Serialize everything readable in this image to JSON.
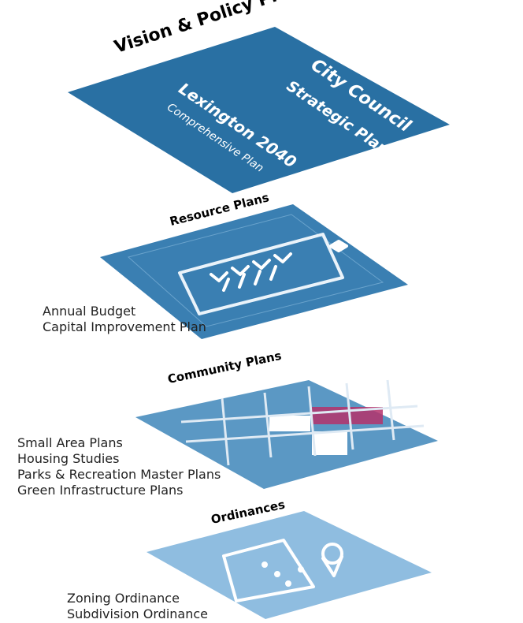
{
  "layers": [
    {
      "title": "Vision & Policy Plans",
      "color": "#2970a3",
      "plate_texts": {
        "line1_a": "City Council",
        "line1_b": "Strategic Plan",
        "line2_a": "Lexington 2040",
        "line2_b": "Comprehensive Plan"
      },
      "items": []
    },
    {
      "title": "Resource Plans",
      "color": "#3a7fb2",
      "icon": "clipboard-icon",
      "items": [
        "Annual Budget",
        "Capital Improvement Plan"
      ]
    },
    {
      "title": "Community Plans",
      "color": "#5b98c4",
      "icon": "street-map-icon",
      "items": [
        "Small Area Plans",
        "Housing Studies",
        "Parks & Recreation Master Plans",
        "Green Infrastructure Plans"
      ]
    },
    {
      "title": "Ordinances",
      "color": "#8fbde0",
      "icon": "map-pin-terrain-icon",
      "items": [
        "Zoning Ordinance",
        "Subdivision Ordinance"
      ]
    }
  ]
}
